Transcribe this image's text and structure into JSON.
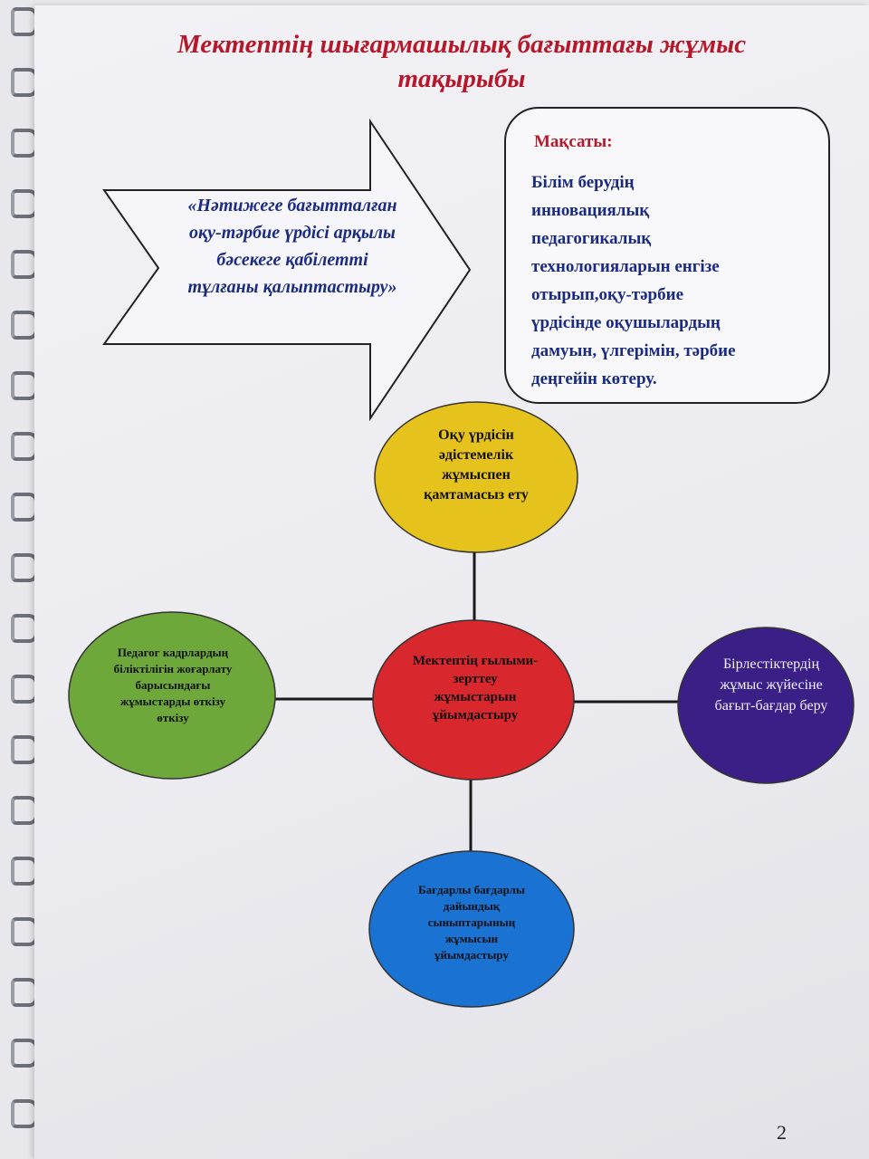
{
  "title": {
    "line1": "Мектептің шығармашылық бағыттағы жұмыс",
    "line2": "тақырыбы"
  },
  "motto": {
    "line1": "«Нәтижеге бағытталған",
    "line2": "оқу-тәрбие үрдісі арқылы",
    "line3": "бәсекеге қабілетті",
    "line4": "тұлғаны қалыптастыру»"
  },
  "goal": {
    "heading": "Мақсаты:",
    "lines": [
      "Білім берудің",
      "инновациялық",
      "педагогикалық",
      "технологияларын енгізе",
      "отырып,оқу-тәрбие",
      "үрдісінде оқушылардың",
      "дамуын, үлгерімін, тәрбие",
      "деңгейін көтеру."
    ]
  },
  "nodes": {
    "center": {
      "lines": [
        "Мектептің ғылыми-",
        "зерттеу",
        "жұмыстарын",
        "ұйымдастыру"
      ],
      "color": "#d9272e"
    },
    "top": {
      "lines": [
        "Оқу үрдісін",
        "әдістемелік",
        "жұмыспен",
        "қамтамасыз ету"
      ],
      "color": "#e6c21c"
    },
    "left": {
      "lines": [
        "Педагог кадрлардың",
        "біліктілігін жоғарлату",
        "барысындағы",
        "жұмыстарды өткізу",
        "өткізу"
      ],
      "color": "#6fa83a"
    },
    "right": {
      "lines": [
        "Бірлестіктердің",
        "жұмыс жүйесіне",
        "бағыт-бағдар беру"
      ],
      "color": "#3a1f86"
    },
    "bottom": {
      "lines": [
        "Бағдарлы бағдарлы",
        "дайындық",
        "сыныптарының",
        "жұмысын",
        "ұйымдастыру"
      ],
      "color": "#1a73d2"
    }
  },
  "colors": {
    "title": "#b5182b",
    "accent_text": "#1b2b82",
    "connector": "#1a1a1a"
  },
  "page_number": "2"
}
